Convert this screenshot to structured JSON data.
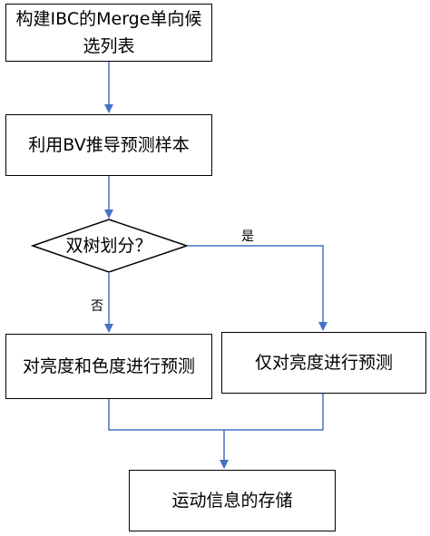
{
  "nodes": {
    "build_list": "构建IBC的Merge单向候选列表",
    "derive_pred": "利用BV推导预测样本",
    "dual_tree": "双树划分？",
    "luma_chroma": "对亮度和色度进行预测",
    "luma_only": "仅对亮度进行预测",
    "store_motion": "运动信息的存储"
  },
  "edges": {
    "yes": "是",
    "no": "否"
  },
  "colors": {
    "arrow": "#4472c4",
    "border": "#000000"
  }
}
